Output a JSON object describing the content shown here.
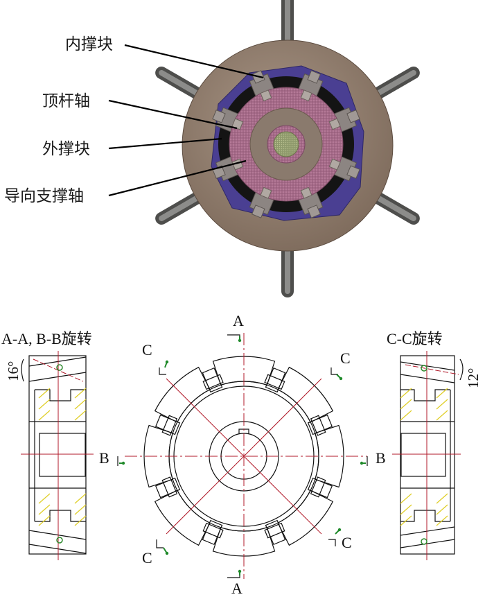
{
  "top_view": {
    "labels": [
      "内撑块",
      "顶杆轴",
      "外撑块",
      "导向支撑轴"
    ]
  },
  "sections": {
    "left_title": "A-A, B-B旋转",
    "right_title": "C-C旋转",
    "left_angle": "16°",
    "right_angle": "12°",
    "marks": {
      "a_top": "A",
      "a_bottom": "A",
      "b_left": "B",
      "b_right": "B",
      "c_top_left": "C",
      "c_top_right": "C",
      "c_bottom_left": "C",
      "c_bottom_right": "C"
    }
  }
}
